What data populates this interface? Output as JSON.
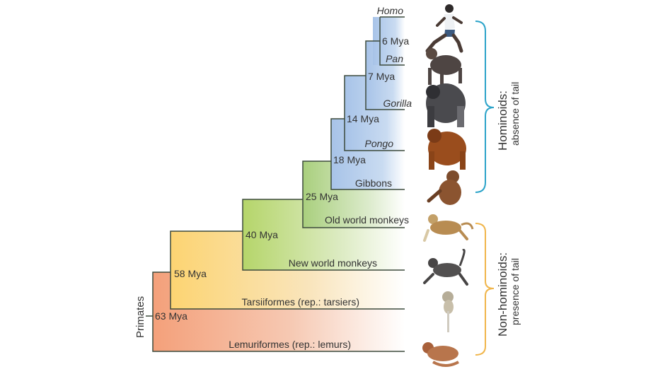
{
  "figure": {
    "type": "phylogenetic-cladogram",
    "root_label": "Primates"
  },
  "nodes": [
    {
      "id": "n63",
      "label": "63 Mya"
    },
    {
      "id": "n58",
      "label": "58 Mya"
    },
    {
      "id": "n40",
      "label": "40 Mya"
    },
    {
      "id": "n25",
      "label": "25 Mya"
    },
    {
      "id": "n18",
      "label": "18 Mya"
    },
    {
      "id": "n14",
      "label": "14 Mya"
    },
    {
      "id": "n7",
      "label": "7 Mya"
    },
    {
      "id": "n6",
      "label": "6 Mya"
    }
  ],
  "taxa": [
    {
      "id": "homo",
      "label": "Homo",
      "italic": true,
      "animal": "running-human"
    },
    {
      "id": "pan",
      "label": "Pan",
      "italic": true,
      "animal": "chimpanzee"
    },
    {
      "id": "gorilla",
      "label": "Gorilla",
      "italic": true,
      "animal": "gorilla"
    },
    {
      "id": "pongo",
      "label": "Pongo",
      "italic": true,
      "animal": "orangutan"
    },
    {
      "id": "gibbons",
      "label": "Gibbons",
      "italic": false,
      "animal": "gibbon"
    },
    {
      "id": "owm",
      "label": "Old world monkeys",
      "italic": false,
      "animal": "macaque"
    },
    {
      "id": "nwm",
      "label": "New world monkeys",
      "italic": false,
      "animal": "spider-monkey"
    },
    {
      "id": "tars",
      "label": "Tarsiiformes (rep.: tarsiers)",
      "italic": false,
      "animal": "tarsier"
    },
    {
      "id": "lemur",
      "label": "Lemuriformes (rep.: lemurs)",
      "italic": false,
      "animal": "lemur"
    }
  ],
  "braces": {
    "hominoids": {
      "title": "Hominoids:",
      "subtitle": "absence of tail",
      "color": "#2ba3c9"
    },
    "non_hominoids": {
      "title": "Non-hominoids:",
      "subtitle": "presence of tail",
      "color": "#f0b54a"
    }
  },
  "colors": {
    "blue": "#a9c6e8",
    "green": "#b9d77a",
    "yellow": "#fbd67a",
    "orange": "#f4a27e",
    "line": "#3c4a3c"
  }
}
